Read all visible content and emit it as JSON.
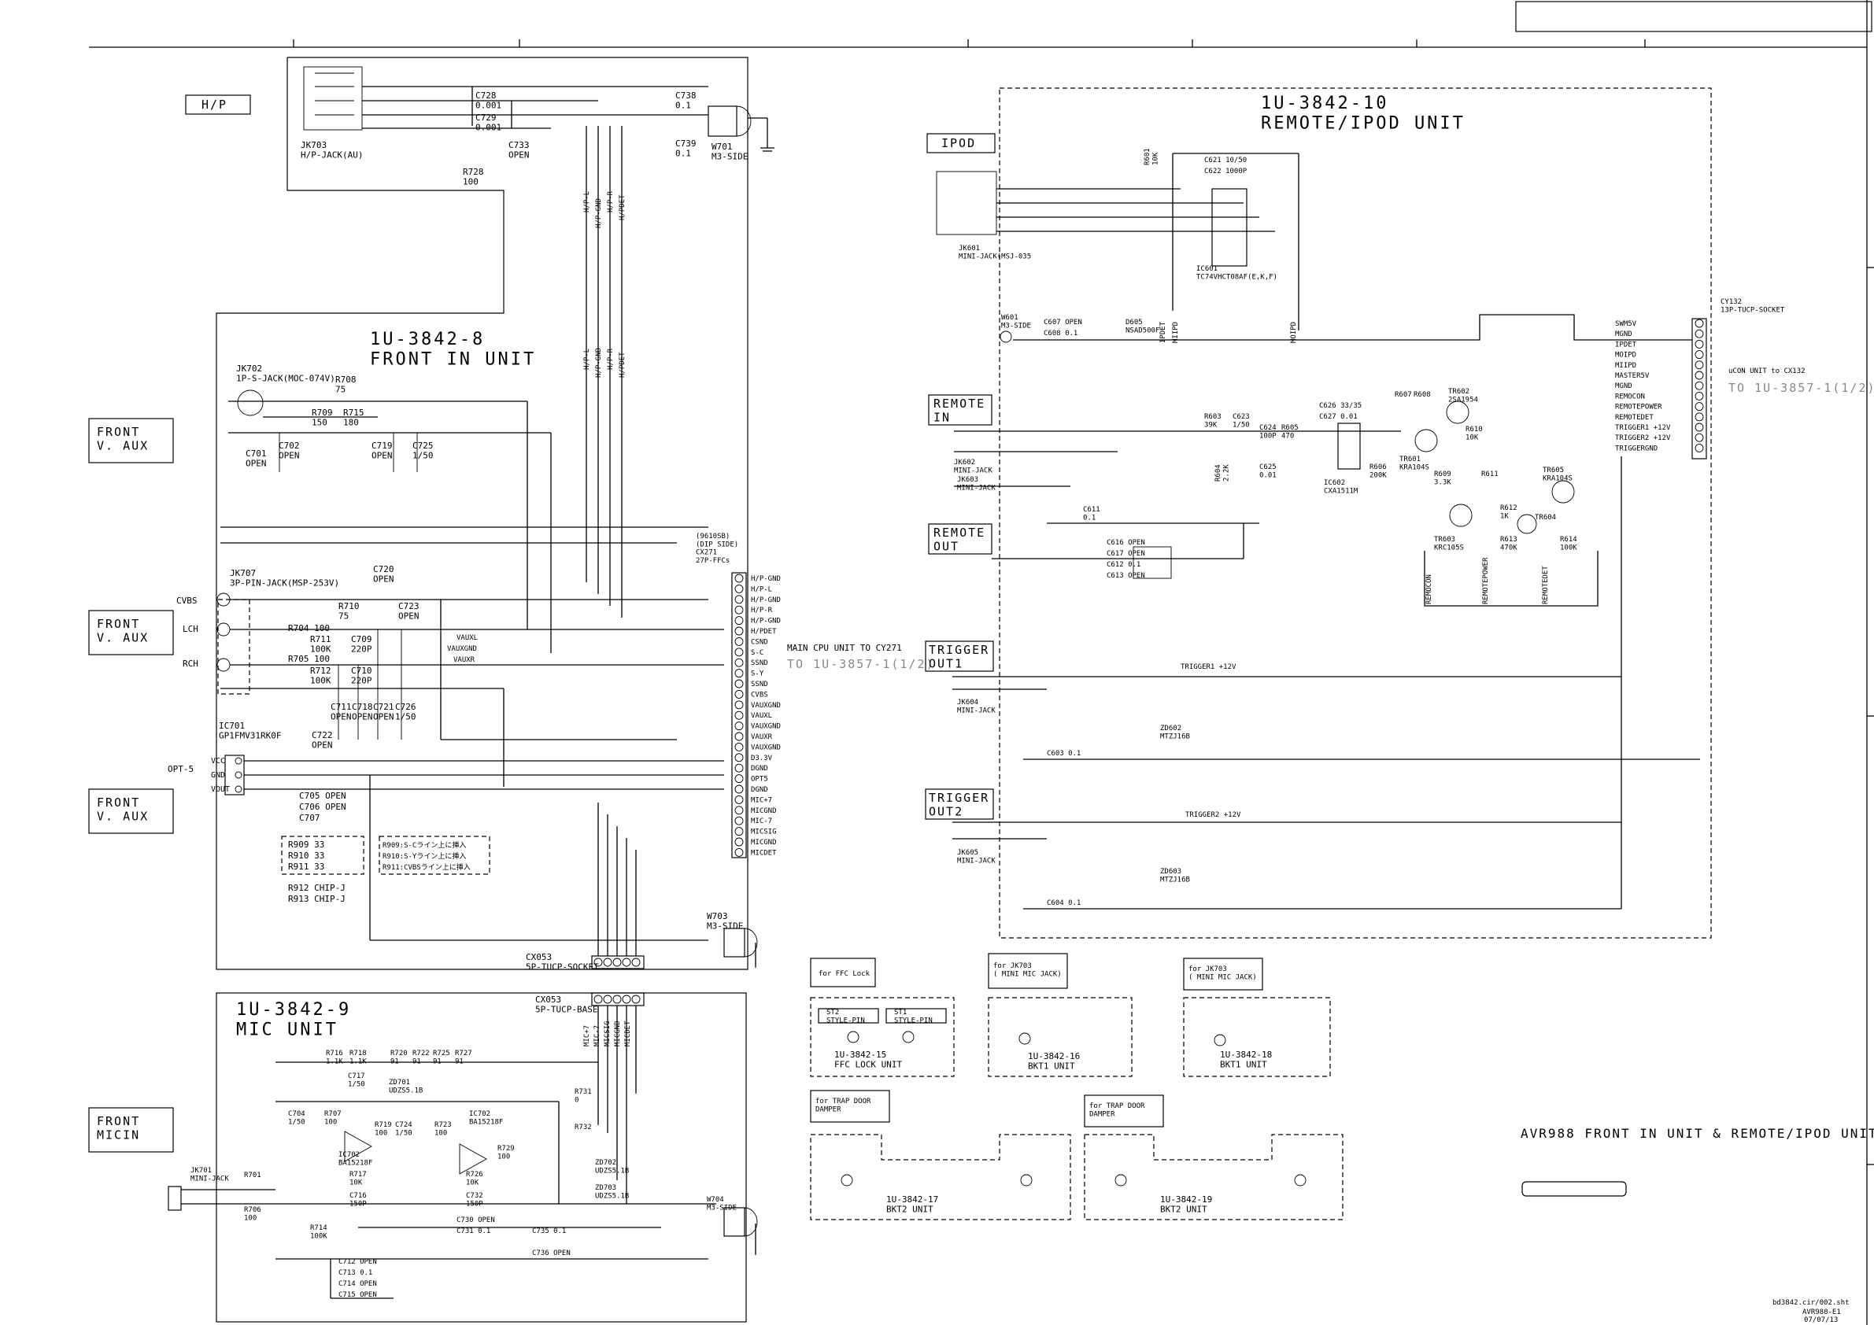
{
  "sheet": {
    "title": "AVR988 FRONT IN UNIT & REMOTE/IPOD UNIT",
    "file": "bd3842.cir/002.sht",
    "code": "AVR988-E1",
    "date": "07/07/13"
  },
  "units": {
    "front_in": "1U-3842-8\nFRONT IN UNIT",
    "mic": "1U-3842-9\nMIC UNIT",
    "remote_ipod": "1U-3842-10\nREMOTE/IPOD UNIT",
    "ffc_lock": "1U-3842-15\nFFC LOCK UNIT",
    "bkt1_a": "1U-3842-16\nBKT1 UNIT",
    "bkt1_b": "1U-3842-18\nBKT1 UNIT",
    "bkt2_a": "1U-3842-17\nBKT2 UNIT",
    "bkt2_b": "1U-3842-19\nBKT2 UNIT"
  },
  "notes": {
    "ffc_lock": "for FFC Lock",
    "jk703_a": "for JK703\n( MINI MIC JACK)",
    "jk703_b": "for JK703\n( MINI MIC JACK)",
    "trap_a": "for TRAP DOOR\nDAMPER",
    "trap_b": "for TRAP DOOR\nDAMPER",
    "st2": "ST2\nSTYLE-PIN",
    "st1": "ST1\nSTYLE-PIN"
  },
  "side_labels": {
    "hp": "H/P",
    "front_vaux_1": "FRONT\nV. AUX",
    "front_vaux_2": "FRONT\nV. AUX",
    "front_vaux_3": "FRONT\nV. AUX",
    "front_micin": "FRONT\nMICIN",
    "ipod": "IPOD",
    "remote_in": "REMOTE\nIN",
    "remote_out": "REMOTE\nOUT",
    "trigger_out1": "TRIGGER\nOUT1",
    "trigger_out2": "TRIGGER\nOUT2",
    "cvbs": "CVBS",
    "lch": "LCH",
    "rch": "RCH",
    "opt5": "OPT-5"
  },
  "connectors": {
    "cx271_title": "(9610SB)\n(DIP SIDE)\nCX271\n27P-FFCs",
    "cx271_pins": [
      "H/P-GND",
      "H/P-L",
      "H/P-GND",
      "H/P-R",
      "H/P-GND",
      "H/PDET",
      "CSND",
      "S-C",
      "SSND",
      "S-Y",
      "SSND",
      "CVBS",
      "VAUXGND",
      "VAUXL",
      "VAUXGND",
      "VAUXR",
      "VAUXGND",
      "D3.3V",
      "DGND",
      "OPT5",
      "DGND",
      "MIC+7",
      "MICGND",
      "MIC-7",
      "MICSIG",
      "MICGND",
      "MICDET"
    ],
    "cx271_dest": "MAIN CPU UNIT TO CY271",
    "cx271_ref": "TO 1U-3857-1(1/2)",
    "cy132_title": "CY132\n13P-TUCP-SOCKET",
    "cy132_pins": [
      "SWM5V",
      "MGND",
      "IPDET",
      "MOIPD",
      "MIIPD",
      "MASTER5V",
      "MGND",
      "REMOCON",
      "REMOTEPOWER",
      "REMOTEDET",
      "TRIGGER1 +12V",
      "TRIGGER2 +12V",
      "TRIGGERGND"
    ],
    "cy132_dest": "uCON UNIT to CX132",
    "cy132_ref": "TO 1U-3857-1(1/2)",
    "cx053_top": "CX053\n5P-TUCP-SOCKET",
    "cx053_bottom": "CX053\n5P-TUCP-BASE",
    "w701": "W701\nM3-SIDE",
    "w703": "W703\nM3-SIDE",
    "w704": "W704\nM3-SIDE",
    "w601": "W601\nM3-SIDE"
  },
  "components": {
    "jk703": "JK703\nH/P-JACK(AU)",
    "c728": "C728\n0.001",
    "c729": "C729\n0.001",
    "c733": "C733\nOPEN",
    "r728": "R728\n100",
    "c738": "C738\n0.1",
    "c739": "C739\n0.1",
    "jk702": "JK702\n1P-S-JACK(MOC-074V)",
    "r708": "R708\n75",
    "r709": "R709\n150",
    "r715": "R715\n180",
    "c701": "C701\nOPEN",
    "c702": "C702\nOPEN",
    "c719": "C719\nOPEN",
    "c725": "C725\n1/50",
    "c720": "C720\nOPEN",
    "jk707": "JK707\n3P-PIN-JACK(MSP-253V)",
    "r710": "R710\n75",
    "c723": "C723\nOPEN",
    "r704": "R704 100",
    "r711": "R711\n100K",
    "c709": "C709\n220P",
    "r705": "R705 100",
    "r712": "R712\n100K",
    "c710": "C710\n220P",
    "c711": "C711\nOPEN",
    "c718": "C718\nOPEN",
    "c721": "C721\nOPEN",
    "c726": "C726\n1/50",
    "ic701": "IC701\nGP1FMV31RK0F",
    "c722": "C722\nOPEN",
    "c705": "C705 OPEN",
    "c706": "C706 OPEN",
    "c707": "C707",
    "r909": "R909 33",
    "r910": "R910 33",
    "r911": "R911 33",
    "r912": "R912 CHIP-J",
    "r913": "R913 CHIP-J",
    "note_r909": "R909:S-Cライン上に挿入",
    "note_r910": "R910:S-Yライン上に挿入",
    "note_r911": "R911:CVBSライン上に挿入",
    "vauxl": "VAUXL",
    "vauxgnd": "VAUXGND",
    "vauxr": "VAUXR",
    "vcc": "VCC",
    "gnd": "GND",
    "vout": "VOUT",
    "wire_hp": [
      "H/P-L",
      "H/P-GND",
      "H/P-R",
      "H/PDET"
    ],
    "wire_mic": [
      "MIC+7",
      "MIC-7",
      "MICSIG",
      "MICGND",
      "MICDET"
    ],
    "mic_r": [
      "R716\n1.1K",
      "R718\n1.1K",
      "R720\n91",
      "R722\n91",
      "R725\n91",
      "R727\n91"
    ],
    "c717": "C717\n1/50",
    "zd701": "ZD701\nUDZS5.1B",
    "r731": "R731\n0",
    "r732": "R732",
    "c704": "C704\n1/50",
    "r707": "R707\n100",
    "ic702_a": "IC702\nBA15218F",
    "ic702_b": "IC702\nBA15218F",
    "r719": "R719\n100",
    "c724": "C724\n1/50",
    "r723": "R723\n100",
    "r729": "R729\n100",
    "r717": "R717\n10K",
    "c716": "C716\n150P",
    "r726": "R726\n10K",
    "c732": "C732\n150P",
    "r714": "R714\n100K",
    "jk701": "JK701\nMINI-JACK",
    "r701": "R701",
    "r706": "R706\n100",
    "zd702": "ZD702\nUDZS5.1B",
    "zd703": "ZD703\nUDZS5.1B",
    "c730": "C730 OPEN",
    "c731": "C731 0.1",
    "c735": "C735 0.1",
    "c736": "C736 OPEN",
    "c712": "C712 OPEN",
    "c713": "C713 0.1",
    "c714": "C714 OPEN",
    "c715": "C715 OPEN",
    "ic601": "IC601\nTC74VHCT08AF(E,K,F)",
    "jk601": "JK601\nMINI-JACK(MSJ-035",
    "r601": "R601\n10K",
    "c621": "C621 10/50",
    "c622": "C622 1000P",
    "c607": "C607 OPEN",
    "c608": "C608 0.1",
    "d605": "D605\nNSAD500F",
    "jk602": "JK602\nMINI-JACK",
    "jk603": "JK603\nMINI-JACK",
    "r603": "R603\n39K",
    "c623": "C623\n1/50",
    "c624": "C624\n100P",
    "r605": "R605\n470",
    "c626": "C626 33/35",
    "c627": "C627 0.01",
    "c625": "C625\n0.01",
    "r604": "R604\n2.2K",
    "ic602": "IC602\nCXA1511M",
    "r606": "R606\n200K",
    "r607": "R607",
    "r608": "R608",
    "tr602": "TR602\n2SA1954",
    "r610": "R610\n10K",
    "tr601": "TR601\nKRA104S",
    "r609": "R609\n3.3K",
    "r611": "R611",
    "tr605": "TR605\nKRA104S",
    "r612": "R612\n1K",
    "tr603": "TR603\nKRC105S",
    "tr604": "TR604",
    "r613": "R613\n470K",
    "r614": "R614\n100K",
    "c611": "C611\n0.1",
    "c616": "C616 OPEN",
    "c617": "C617 OPEN",
    "c612": "C612 0.1",
    "c613": "C613 OPEN",
    "trig1": "TRIGGER1 +12V",
    "trig2": "TRIGGER2 +12V",
    "jk604": "JK604\nMINI-JACK",
    "jk605": "JK605\nMINI-JACK",
    "zd602": "ZD602\nMTZJ16B",
    "zd603": "ZD603\nMTZJ16B",
    "c603": "C603 0.1",
    "c604": "C604 0.1",
    "lbl_remocon": "REMOCON",
    "lbl_remotepower": "REMOTEPOWER",
    "lbl_remotedet": "REMOTEDET",
    "lbl_ipdet": "IPDET",
    "lbl_miipd": "MIIPD",
    "lbl_moipd": "MOIPD"
  }
}
